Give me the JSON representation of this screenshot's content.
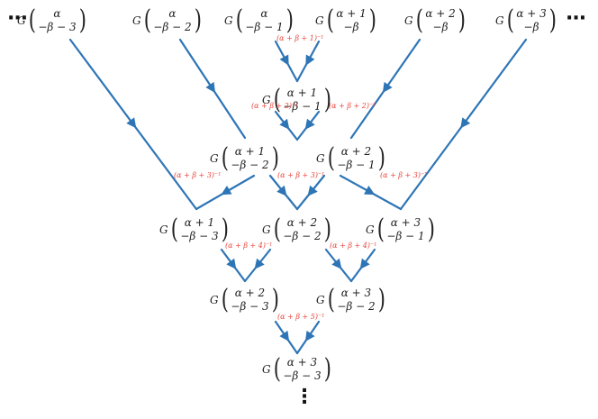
{
  "ellipsis": {
    "left": "···",
    "right": "···",
    "bottom": "⋮"
  },
  "colors": {
    "line": "#2e75b6",
    "label": "#e8433a",
    "text": "#222222"
  },
  "nodes": [
    {
      "id": "n0",
      "g": "G",
      "top": "α",
      "bottom": "−β − 3"
    },
    {
      "id": "n1",
      "g": "G",
      "top": "α",
      "bottom": "−β − 2"
    },
    {
      "id": "n2",
      "g": "G",
      "top": "α",
      "bottom": "−β − 1"
    },
    {
      "id": "n3",
      "g": "G",
      "top": "α + 1",
      "bottom": "−β"
    },
    {
      "id": "n4",
      "g": "G",
      "top": "α + 2",
      "bottom": "−β"
    },
    {
      "id": "n5",
      "g": "G",
      "top": "α + 3",
      "bottom": "−β"
    },
    {
      "id": "n6",
      "g": "G",
      "top": "α + 1",
      "bottom": "−β − 1"
    },
    {
      "id": "n7",
      "g": "G",
      "top": "α + 1",
      "bottom": "−β − 2"
    },
    {
      "id": "n8",
      "g": "G",
      "top": "α + 2",
      "bottom": "−β − 1"
    },
    {
      "id": "n9",
      "g": "G",
      "top": "α + 1",
      "bottom": "−β − 3"
    },
    {
      "id": "n10",
      "g": "G",
      "top": "α + 2",
      "bottom": "−β − 2"
    },
    {
      "id": "n11",
      "g": "G",
      "top": "α + 3",
      "bottom": "−β − 1"
    },
    {
      "id": "n12",
      "g": "G",
      "top": "α + 2",
      "bottom": "−β − 3"
    },
    {
      "id": "n13",
      "g": "G",
      "top": "α + 3",
      "bottom": "−β − 2"
    },
    {
      "id": "n14",
      "g": "G",
      "top": "α + 3",
      "bottom": "−β − 3"
    }
  ],
  "labels": [
    {
      "id": "l0",
      "text": "(α + β + 1)⁻¹"
    },
    {
      "id": "l1",
      "text": "(α + β + 2)⁻¹"
    },
    {
      "id": "l2",
      "text": "(α + β + 2)⁻¹"
    },
    {
      "id": "l3",
      "text": "(α + β + 3)⁻¹"
    },
    {
      "id": "l4",
      "text": "(α + β + 3)⁻¹"
    },
    {
      "id": "l5",
      "text": "(α + β + 3)⁻¹"
    },
    {
      "id": "l6",
      "text": "(α + β + 4)⁻¹"
    },
    {
      "id": "l7",
      "text": "(α + β + 4)⁻¹"
    },
    {
      "id": "l8",
      "text": "(α + β + 5)⁻¹"
    }
  ]
}
